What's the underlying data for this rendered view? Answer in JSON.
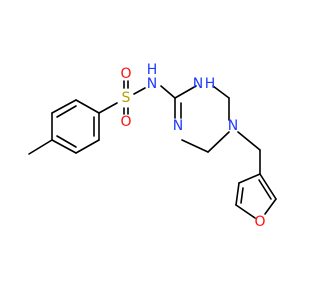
{
  "molecule": {
    "atoms": {
      "S": {
        "text": "S",
        "color": "#b5a000"
      },
      "O1": {
        "text": "O",
        "color": "#ff0d0d"
      },
      "O2": {
        "text": "O",
        "color": "#ff0d0d"
      },
      "NH_sulfonamide": {
        "text": "N",
        "h": "H",
        "color": "#1f3bff"
      },
      "NH_ring": {
        "text": "N",
        "h": "H",
        "color": "#1f3bff"
      },
      "N_ring_double": {
        "text": "N",
        "color": "#1f3bff"
      },
      "N_ring_alkyl": {
        "text": "N",
        "color": "#1f3bff"
      },
      "O_furan": {
        "text": "O",
        "color": "#ff0d0d"
      }
    }
  }
}
